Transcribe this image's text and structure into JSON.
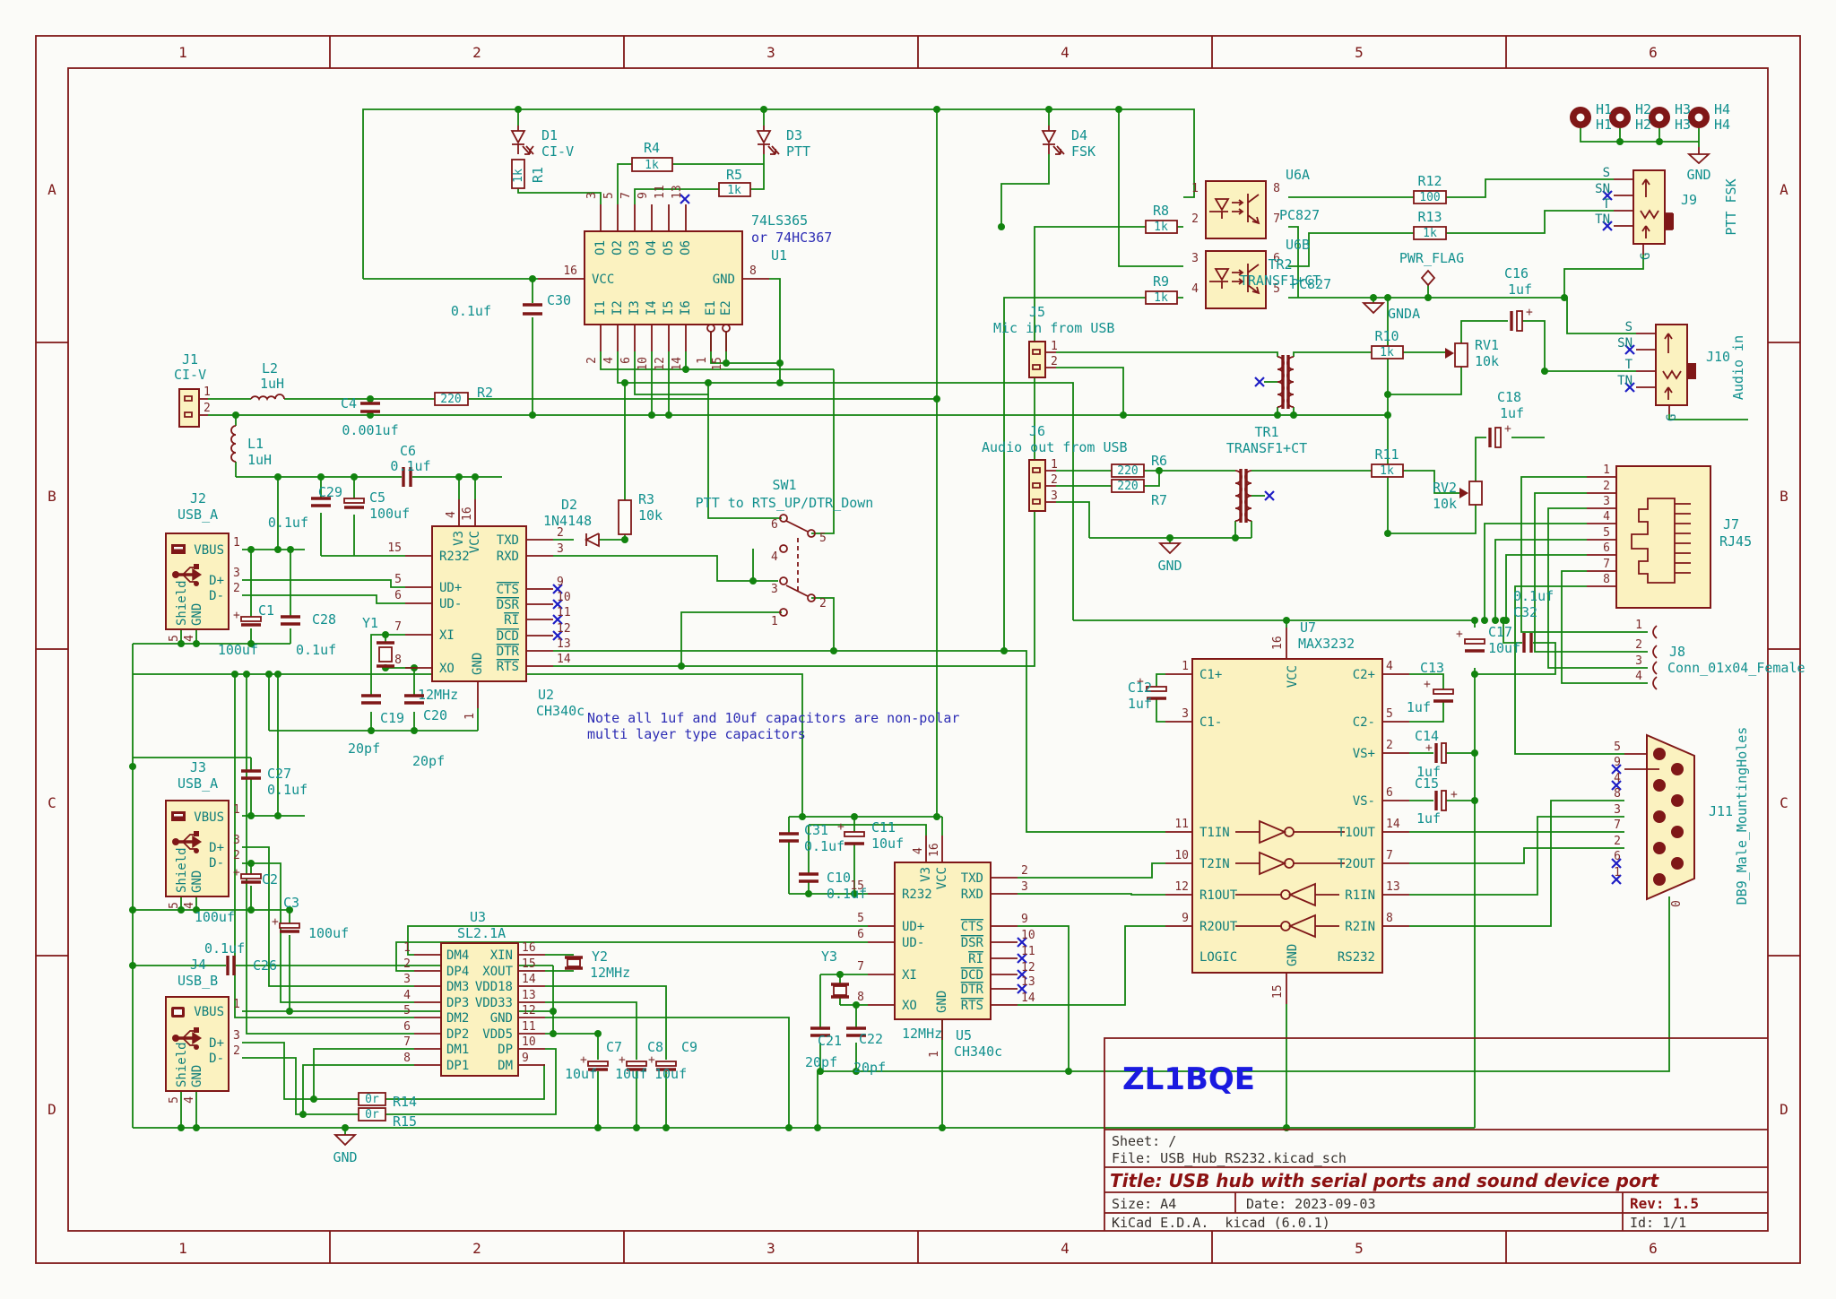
{
  "frame": {
    "cols": [
      "1",
      "2",
      "3",
      "4",
      "5",
      "6"
    ],
    "rows": [
      "A",
      "B",
      "C",
      "D"
    ]
  },
  "titleblock": {
    "callsign": "ZL1BQE",
    "sheet": "Sheet: /",
    "file": "File: USB_Hub_RS232.kicad_sch",
    "title": "Title: USB hub with serial ports and sound device port",
    "size": "Size: A4",
    "date": "Date: 2023-09-03",
    "rev": "Rev: 1.5",
    "tool": "KiCad E.D.A.  kicad (6.0.1)",
    "id": "Id: 1/1"
  },
  "note": {
    "l1": "Note all 1uf and 10uf capacitors are non-polar",
    "l2": "multi layer type capacitors"
  },
  "power": {
    "gnd": "GND",
    "gnda": "GNDA",
    "pwrflag": "PWR_FLAG"
  },
  "u1": {
    "ref": "U1",
    "v1": "74LS365",
    "v2": "or 74HC367",
    "vcc": "VCC",
    "vccn": "16",
    "gnd": "GND",
    "gndn": "8",
    "t": [
      "O1",
      "O2",
      "O3",
      "O4",
      "O5",
      "O6"
    ],
    "tn": [
      "3",
      "5",
      "7",
      "9",
      "11",
      "13"
    ],
    "b": [
      "I1",
      "I2",
      "I3",
      "I4",
      "I5",
      "I6"
    ],
    "bn": [
      "2",
      "4",
      "6",
      "10",
      "12",
      "14"
    ],
    "e": [
      "E1",
      "E2"
    ],
    "en": [
      "1",
      "15"
    ]
  },
  "ch340": {
    "l": [
      "R232",
      "UD+",
      "UD-",
      "XI",
      "XO"
    ],
    "ln": [
      "15",
      "5",
      "6",
      "7",
      "8"
    ],
    "t": [
      "V3",
      "VCC"
    ],
    "tn": [
      "4",
      "16"
    ],
    "r": [
      "TXD",
      "RXD",
      "CTS",
      "DSR",
      "RI",
      "DCD",
      "DTR",
      "RTS"
    ],
    "rn": [
      "2",
      "3",
      "9",
      "10",
      "11",
      "12",
      "13",
      "14"
    ],
    "b": "GND",
    "bn": "1"
  },
  "u2": {
    "ref": "U2",
    "val": "CH340c"
  },
  "u5": {
    "ref": "U5",
    "val": "CH340c"
  },
  "u3": {
    "ref": "U3",
    "val": "SL2.1A",
    "l": [
      "DM4",
      "DP4",
      "DM3",
      "DP3",
      "DM2",
      "DP2",
      "DM1",
      "DP1"
    ],
    "ln": [
      "1",
      "2",
      "3",
      "4",
      "5",
      "6",
      "7",
      "8"
    ],
    "r": [
      "XIN",
      "XOUT",
      "VDD18",
      "VDD33",
      "GND",
      "VDD5",
      "DP",
      "DM"
    ],
    "rn": [
      "16",
      "15",
      "14",
      "13",
      "12",
      "11",
      "10",
      "9"
    ]
  },
  "u7": {
    "ref": "U7",
    "val": "MAX3232",
    "vcc": "VCC",
    "vccn": "16",
    "gnd": "GND",
    "gndn": "15",
    "logic": "LOGIC",
    "rs232": "RS232",
    "l": [
      "C1+",
      "C1-",
      "T1IN",
      "T2IN",
      "R1OUT",
      "R2OUT"
    ],
    "ln": [
      "1",
      "3",
      "11",
      "10",
      "12",
      "9"
    ],
    "r": [
      "C2+",
      "C2-",
      "VS+",
      "VS-",
      "T1OUT",
      "T2OUT",
      "R1IN",
      "R2IN"
    ],
    "rn": [
      "4",
      "5",
      "2",
      "6",
      "14",
      "7",
      "13",
      "8"
    ]
  },
  "u6a": {
    "ref": "U6A",
    "val": "PC827",
    "n": [
      "1",
      "2",
      "8",
      "7"
    ]
  },
  "u6b": {
    "ref": "U6B",
    "val": "PC827",
    "n": [
      "3",
      "4",
      "6",
      "5"
    ]
  },
  "res": {
    "R1": {
      "ref": "R1",
      "val": "1k"
    },
    "R2": {
      "ref": "R2",
      "val": "220"
    },
    "R3": {
      "ref": "R3",
      "val": "10k"
    },
    "R4": {
      "ref": "R4",
      "val": "1k"
    },
    "R5": {
      "ref": "R5",
      "val": "1k"
    },
    "R6": {
      "ref": "R6",
      "val": "220"
    },
    "R7": {
      "ref": "R7",
      "val": "220"
    },
    "R8": {
      "ref": "R8",
      "val": "1k"
    },
    "R9": {
      "ref": "R9",
      "val": "1k"
    },
    "R10": {
      "ref": "R10",
      "val": "1k"
    },
    "R11": {
      "ref": "R11",
      "val": "1k"
    },
    "R12": {
      "ref": "R12",
      "val": "100"
    },
    "R13": {
      "ref": "R13",
      "val": "1k"
    },
    "R14": {
      "ref": "R14",
      "val": "0r"
    },
    "R15": {
      "ref": "R15",
      "val": "0r"
    }
  },
  "rv": {
    "RV1": {
      "ref": "RV1",
      "val": "10k"
    },
    "RV2": {
      "ref": "RV2",
      "val": "10k"
    }
  },
  "cap": {
    "C1": {
      "ref": "C1",
      "val": "100uf"
    },
    "C2": {
      "ref": "C2",
      "val": "100uf"
    },
    "C3": {
      "ref": "C3",
      "val": "100uf"
    },
    "C4": {
      "ref": "C4",
      "val": "0.001uf"
    },
    "C5": {
      "ref": "C5",
      "val": "100uf"
    },
    "C6": {
      "ref": "C6",
      "val": "0.1uf"
    },
    "C7": {
      "ref": "C7",
      "val": "10uf"
    },
    "C8": {
      "ref": "C8",
      "val": "10uf"
    },
    "C9": {
      "ref": "C9",
      "val": "10uf"
    },
    "C10": {
      "ref": "C10",
      "val": "0.1uf"
    },
    "C11": {
      "ref": "C11",
      "val": "10uf"
    },
    "C12": {
      "ref": "C12",
      "val": "1uf"
    },
    "C13": {
      "ref": "C13",
      "val": "1uf"
    },
    "C14": {
      "ref": "C14",
      "val": "1uf"
    },
    "C15": {
      "ref": "C15",
      "val": "1uf"
    },
    "C16": {
      "ref": "C16",
      "val": "1uf"
    },
    "C17": {
      "ref": "C17",
      "val": "10uf"
    },
    "C18": {
      "ref": "C18",
      "val": "1uf"
    },
    "C19": {
      "ref": "C19",
      "val": "20pf"
    },
    "C20": {
      "ref": "C20",
      "val": "20pf"
    },
    "C21": {
      "ref": "C21",
      "val": "20pf"
    },
    "C22": {
      "ref": "C22",
      "val": "20pf"
    },
    "C26": {
      "ref": "C26",
      "val": "0.1uf"
    },
    "C27": {
      "ref": "C27",
      "val": "0.1uf"
    },
    "C28": {
      "ref": "C28",
      "val": "0.1uf"
    },
    "C29": {
      "ref": "C29",
      "val": "0.1uf"
    },
    "C30": {
      "ref": "C30",
      "val": "0.1uf"
    },
    "C31": {
      "ref": "C31",
      "val": "0.1uf"
    },
    "C32": {
      "ref": "C32",
      "val": "0.1uf"
    }
  },
  "ind": {
    "L1": {
      "ref": "L1",
      "val": "1uH"
    },
    "L2": {
      "ref": "L2",
      "val": "1uH"
    }
  },
  "dio": {
    "D1": {
      "ref": "D1",
      "val": "CI-V"
    },
    "D2": {
      "ref": "D2",
      "val": "1N4148"
    },
    "D3": {
      "ref": "D3",
      "val": "PTT"
    },
    "D4": {
      "ref": "D4",
      "val": "FSK"
    }
  },
  "xtal": {
    "Y1": {
      "ref": "Y1",
      "val": "12MHz"
    },
    "Y2": {
      "ref": "Y2",
      "val": "12MHz"
    },
    "Y3": {
      "ref": "Y3",
      "val": "12MHz"
    }
  },
  "sw1": {
    "ref": "SW1",
    "val": "PTT to RTS_UP/DTR_Down",
    "n": [
      "1",
      "2",
      "3",
      "4",
      "5",
      "6"
    ]
  },
  "tr": {
    "TR1": {
      "ref": "TR1",
      "val": "TRANSF1+CT"
    },
    "TR2": {
      "ref": "TR2",
      "val": "TRANSF1+CT"
    }
  },
  "conn": {
    "J1": {
      "ref": "J1",
      "val": "CI-V",
      "n": [
        "1",
        "2"
      ]
    },
    "J2": {
      "ref": "J2",
      "val": "USB_A"
    },
    "J3": {
      "ref": "J3",
      "val": "USB_A"
    },
    "J4": {
      "ref": "J4",
      "val": "USB_B"
    },
    "J5": {
      "ref": "J5",
      "val": "Mic in from USB",
      "n": [
        "1",
        "2"
      ]
    },
    "J6": {
      "ref": "J6",
      "val": "Audio out from USB",
      "n": [
        "1",
        "2",
        "3"
      ]
    },
    "J7": {
      "ref": "J7",
      "val": "RJ45",
      "n": [
        "1",
        "2",
        "3",
        "4",
        "5",
        "6",
        "7",
        "8"
      ]
    },
    "J8": {
      "ref": "J8",
      "val": "Conn_01x04_Female",
      "n": [
        "1",
        "2",
        "3",
        "4"
      ]
    },
    "J9": {
      "ref": "J9",
      "val": "PTT FSK",
      "p": [
        "S",
        "SN",
        "T",
        "TN",
        "G"
      ]
    },
    "J10": {
      "ref": "J10",
      "val": "Audio in",
      "p": [
        "S",
        "SN",
        "T",
        "TN",
        "G"
      ]
    },
    "J11": {
      "ref": "J11",
      "val": "DB9_Male_MountingHoles",
      "n": [
        "5",
        "9",
        "4",
        "8",
        "3",
        "7",
        "2",
        "6",
        "1"
      ],
      "g": "0"
    }
  },
  "usb": {
    "vbus": "VBUS",
    "dp": "D+",
    "dm": "D-",
    "sh": "Shield",
    "gnd": "GND",
    "n1": "1",
    "n3": "3",
    "n2": "2",
    "n5": "5",
    "n4": "4"
  },
  "holes": {
    "h": [
      "H1",
      "H2",
      "H3",
      "H4"
    ]
  }
}
